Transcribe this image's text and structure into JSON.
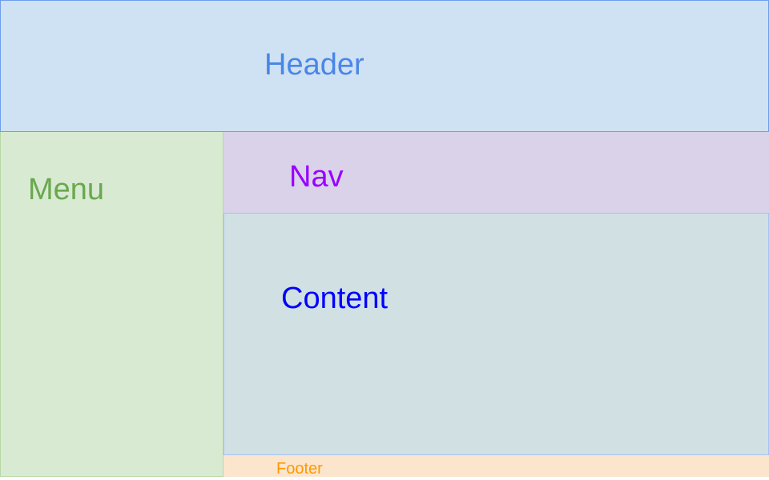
{
  "regions": {
    "header": {
      "label": "Header",
      "color": "#4a86e8",
      "fill": "#cfe2f3"
    },
    "menu": {
      "label": "Menu",
      "color": "#6aa84f",
      "fill": "#d9ead3"
    },
    "nav": {
      "label": "Nav",
      "color": "#9900ff",
      "fill": "#d9d2e9"
    },
    "content": {
      "label": "Content",
      "color": "#0000ff",
      "fill": "#d0e0e3"
    },
    "footer": {
      "label": "Footer",
      "color": "#ff9900",
      "fill": "#fce5cd"
    }
  }
}
